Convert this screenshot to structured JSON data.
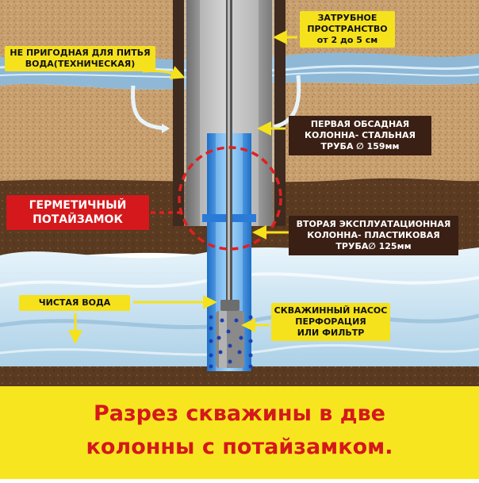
{
  "labels": {
    "annulus": [
      "ЗАТРУБНОЕ",
      "ПРОСТРАНСТВО",
      "от 2 до 5 см"
    ],
    "not_potable": [
      "НЕ ПРИГОДНАЯ ДЛЯ ПИТЬЯ",
      "ВОДА(ТЕХНИЧЕСКАЯ)"
    ],
    "first_casing": [
      "ПЕРВАЯ ОБСАДНАЯ",
      "КОЛОННА- СТАЛЬНАЯ",
      "ТРУБА ∅ 159мм"
    ],
    "hermetic_lock": [
      "ГЕРМЕТИЧНЫЙ",
      "ПОТАЙЗАМОК"
    ],
    "second_casing": [
      "ВТОРАЯ ЭКСПЛУАТАЦИОННАЯ",
      "КОЛОННА- ПЛАСТИКОВАЯ",
      "ТРУБА∅ 125мм"
    ],
    "clean_water": [
      "ЧИСТАЯ ВОДА"
    ],
    "pump": [
      "СКВАЖИННЫЙ НАСОС",
      "ПЕРФОРАЦИЯ",
      "ИЛИ ФИЛЬТР"
    ]
  },
  "caption": [
    "Разрез скважины в две",
    "колонны с потайзамком."
  ],
  "colors": {
    "sand": "#c8a070",
    "soil_dark": "#5a3a20",
    "water_light": "#cde4f2",
    "steel_pipe": "#9a9a9a",
    "plastic_pipe": "#3a8fe0",
    "label_yellow": "#f5e21c",
    "label_dark": "#3a1f14",
    "label_red": "#d4181c",
    "caption_bg": "#f7e61f",
    "caption_text": "#d4181c"
  }
}
